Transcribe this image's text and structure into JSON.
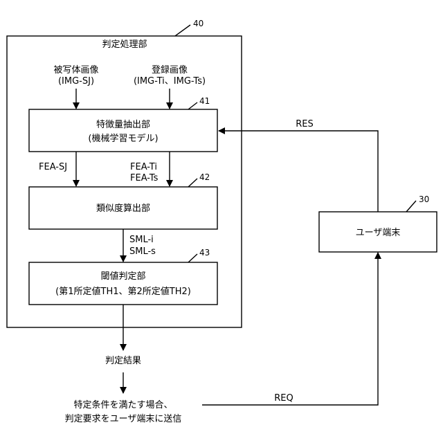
{
  "judgment_unit": {
    "title": "判定処理部",
    "ref": "40",
    "subject_image": {
      "name": "被写体画像",
      "code": "(IMG-SJ)"
    },
    "registered_image": {
      "name": "登録画像",
      "code": "(IMG-Ti、IMG-Ts)"
    },
    "feature_extractor": {
      "name": "特徴量抽出部",
      "detail": "(機械学習モデル)",
      "ref": "41"
    },
    "feature_subject_label": "FEA-SJ",
    "feature_registered_labels": [
      "FEA-Ti",
      "FEA-Ts"
    ],
    "similarity_calculator": {
      "name": "類似度算出部",
      "ref": "42"
    },
    "similarity_labels": [
      "SML-i",
      "SML-s"
    ],
    "threshold_judge": {
      "name": "閾値判定部",
      "detail": "(第1所定値TH1、第2所定値TH2)",
      "ref": "43"
    }
  },
  "result_label": "判定結果",
  "condition_text": [
    "特定条件を満たす場合、",
    "判定要求をユーザ端末に送信"
  ],
  "user_terminal": {
    "name": "ユーザ端末",
    "ref": "30"
  },
  "req_label": "REQ",
  "res_label": "RES"
}
